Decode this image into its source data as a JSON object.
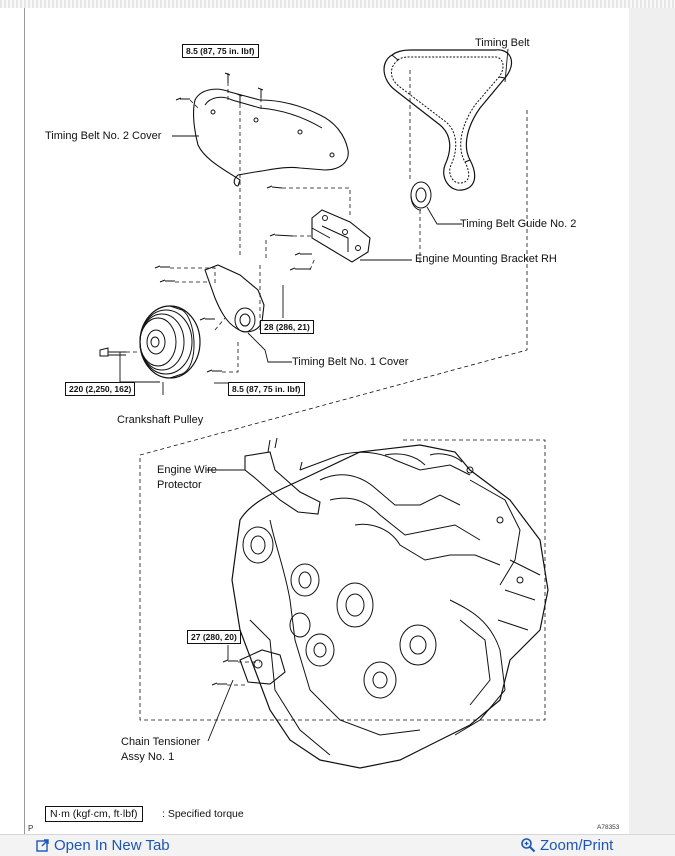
{
  "labels": {
    "timing_belt": "Timing Belt",
    "timing_belt_no2_cover": "Timing Belt No. 2 Cover",
    "timing_belt_guide_no2": "Timing Belt Guide No. 2",
    "engine_mounting_bracket_rh": "Engine Mounting Bracket RH",
    "timing_belt_no1_cover": "Timing Belt No. 1 Cover",
    "crankshaft_pulley": "Crankshaft Pulley",
    "engine_wire_protector_l1": "Engine Wire",
    "engine_wire_protector_l2": "Protector",
    "chain_tensioner_l1": "Chain Tensioner",
    "chain_tensioner_l2": "Assy No. 1"
  },
  "torque": {
    "cover2_bolts": "8.5 (87, 75 in. lbf)",
    "bracket_bolts": "28 (286, 21)",
    "pulley_bolt": "220 (2,250, 162)",
    "cover1_bolts": "8.5 (87, 75 in. lbf)",
    "tensioner_bolts": "27 (280, 20)"
  },
  "legend": {
    "unit": "N·m (kgf·cm, ft·lbf)",
    "text": ": Specified torque"
  },
  "figure_code": "A78353",
  "page_marker": "P",
  "bottom_bar": {
    "open_new_tab": "Open In New Tab",
    "zoom_print": "Zoom/Print"
  },
  "colors": {
    "link": "#1c55b8",
    "line": "#111111",
    "frame": "#9a9a9a"
  }
}
